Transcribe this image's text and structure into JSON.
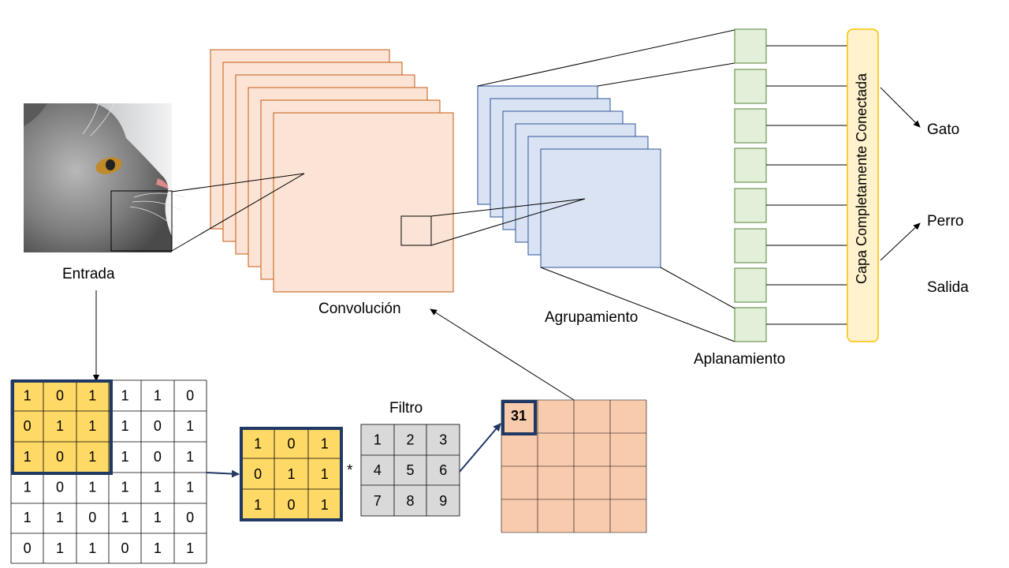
{
  "labels": {
    "input": "Entrada",
    "convolution": "Convolución",
    "pooling": "Agrupamiento",
    "flatten": "Aplanamiento",
    "fully_connected": "Capa Completamente Conectada",
    "output": "Salida",
    "class_cat": "Gato",
    "class_dog": "Perro",
    "filter": "Filtro",
    "operator": "*"
  },
  "input_matrix": [
    [
      "1",
      "0",
      "1",
      "1",
      "1",
      "0"
    ],
    [
      "0",
      "1",
      "1",
      "1",
      "0",
      "1"
    ],
    [
      "1",
      "0",
      "1",
      "1",
      "0",
      "1"
    ],
    [
      "1",
      "0",
      "1",
      "1",
      "1",
      "1"
    ],
    [
      "1",
      "1",
      "0",
      "1",
      "1",
      "0"
    ],
    [
      "0",
      "1",
      "1",
      "0",
      "1",
      "1"
    ]
  ],
  "patch_matrix": [
    [
      "1",
      "0",
      "1"
    ],
    [
      "0",
      "1",
      "1"
    ],
    [
      "1",
      "0",
      "1"
    ]
  ],
  "filter_matrix": [
    [
      "1",
      "2",
      "3"
    ],
    [
      "4",
      "5",
      "6"
    ],
    [
      "7",
      "8",
      "9"
    ]
  ],
  "output_value": "31",
  "colors": {
    "conv_fill": "#fbe4d5",
    "conv_stroke": "#c55a11",
    "pool_fill": "#dae3f3",
    "pool_stroke": "#2f5597",
    "flat_fill": "#e2f0d9",
    "flat_stroke": "#548235",
    "fc_fill": "#fff2cc",
    "fc_stroke": "#ffc000",
    "highlight_fill": "#ffd966",
    "highlight_stroke": "#203864",
    "filter_fill": "#d9d9d9",
    "output_fill": "#f8cbad"
  }
}
